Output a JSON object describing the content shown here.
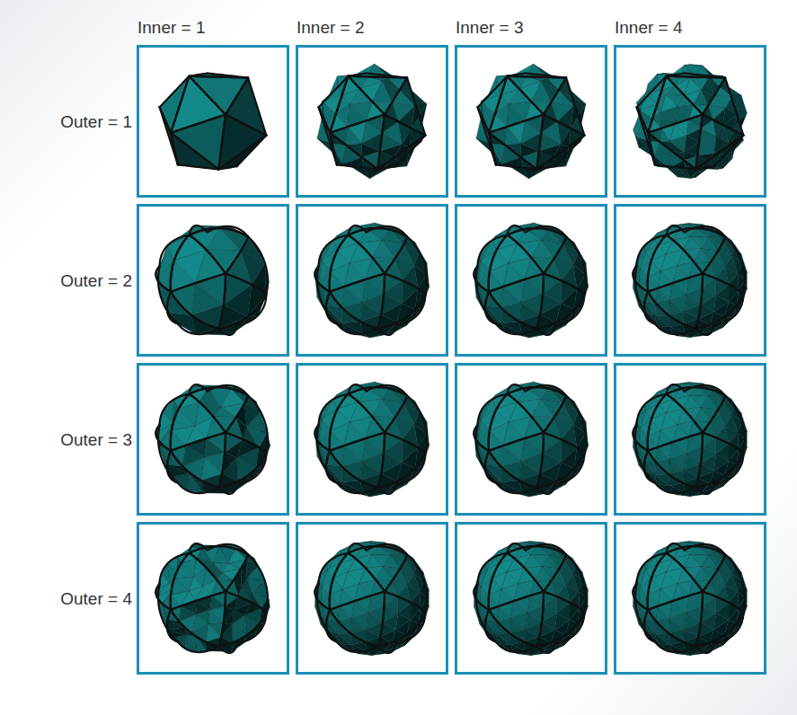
{
  "diagram": {
    "labels": [
      "Inner = 1",
      "Inner = 2",
      "Inner = 3",
      "Inner = 4",
      "Outer = 1",
      "Outer = 2",
      "Outer = 3",
      "Outer = 4"
    ]
  }
}
